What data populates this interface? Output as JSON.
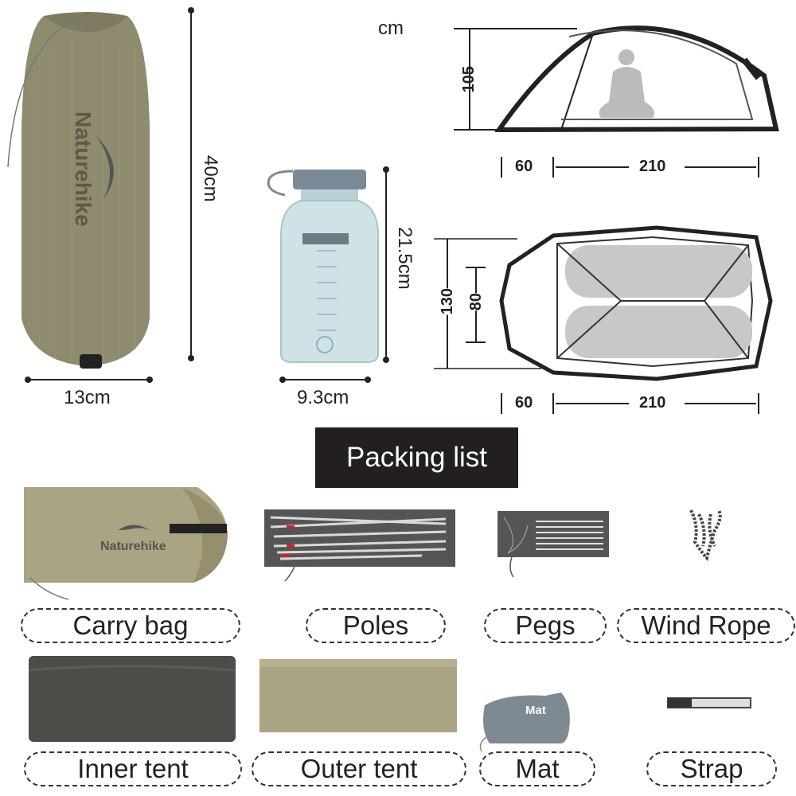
{
  "dimensions": {
    "unit_label": "cm",
    "bag_height": "40cm",
    "bag_width": "13cm",
    "bottle_height": "21.5cm",
    "bottle_width": "9.3cm",
    "tent_side_height": "105",
    "tent_side_vestibule": "60",
    "tent_side_length": "210",
    "tent_top_width": "130",
    "tent_top_inner_width": "80",
    "tent_top_vestibule": "60",
    "tent_top_length": "210"
  },
  "brand": "Naturehike",
  "packing_list": {
    "title": "Packing list",
    "items": [
      {
        "label": "Carry bag"
      },
      {
        "label": "Poles"
      },
      {
        "label": "Pegs"
      },
      {
        "label": "Wind Rope"
      },
      {
        "label": "Inner tent"
      },
      {
        "label": "Outer tent"
      },
      {
        "label": "Mat"
      },
      {
        "label": "Strap"
      }
    ],
    "mat_bag_text": "Mat"
  },
  "colors": {
    "bag_khaki": "#8f8b6e",
    "inner_tent_gray": "#4a4d48",
    "outer_tent_khaki": "#a9a483",
    "banner_bg": "#231f20",
    "bottle_blue": "#cfe3e6"
  }
}
